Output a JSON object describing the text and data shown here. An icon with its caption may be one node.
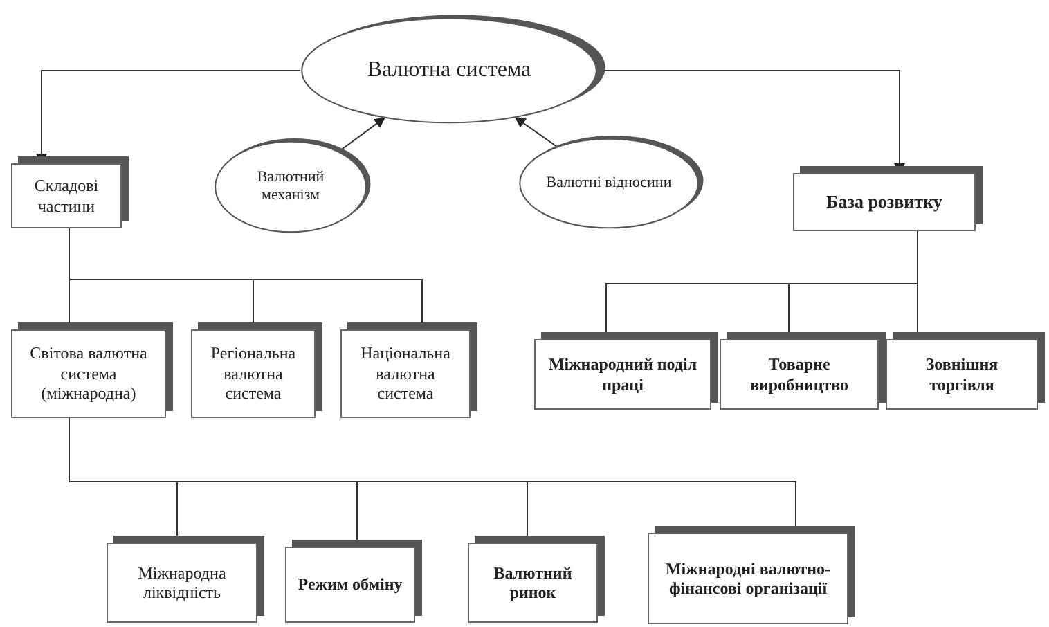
{
  "diagram": {
    "nodes": [
      {
        "text": [
          "Валютна система"
        ]
      },
      {
        "text": [
          "Складові частини"
        ]
      },
      {
        "text": [
          "Валютний механізм"
        ]
      },
      {
        "text": [
          "Валютні відносини"
        ]
      },
      {
        "text": [
          "База розвитку"
        ]
      },
      {
        "text": [
          "Світова валютна система (міжнародна)"
        ]
      },
      {
        "text": [
          "Регіональна валютна система"
        ]
      },
      {
        "text": [
          "Національна валютна система"
        ]
      },
      {
        "text": [
          "Міжнародний поділ праці"
        ]
      },
      {
        "text": [
          "Товарне виробництво"
        ]
      },
      {
        "text": [
          "Зовнішня торгівля"
        ]
      },
      {
        "text": [
          "Міжнародна ліквідність"
        ]
      },
      {
        "text": [
          "Режим обміну"
        ]
      },
      {
        "text": [
          "Валютний ринок"
        ]
      },
      {
        "text": [
          "Міжнародні валютно-фінансові організації"
        ]
      }
    ],
    "edges": [
      {
        "from": 0,
        "to": 1,
        "arrow": "to"
      },
      {
        "from": 0,
        "to": 4,
        "arrow": "to"
      },
      {
        "from": 2,
        "to": 0,
        "arrow": "to"
      },
      {
        "from": 3,
        "to": 0,
        "arrow": "to"
      },
      {
        "from": 1,
        "to": 5,
        "arrow": "none"
      },
      {
        "from": 1,
        "to": 6,
        "arrow": "none"
      },
      {
        "from": 1,
        "to": 7,
        "arrow": "none"
      },
      {
        "from": 4,
        "to": 8,
        "arrow": "none"
      },
      {
        "from": 4,
        "to": 9,
        "arrow": "none"
      },
      {
        "from": 4,
        "to": 10,
        "arrow": "none"
      },
      {
        "from": 5,
        "to": 11,
        "arrow": "none"
      },
      {
        "from": 5,
        "to": 12,
        "arrow": "none"
      },
      {
        "from": 5,
        "to": 13,
        "arrow": "none"
      },
      {
        "from": 5,
        "to": 14,
        "arrow": "none"
      }
    ]
  }
}
